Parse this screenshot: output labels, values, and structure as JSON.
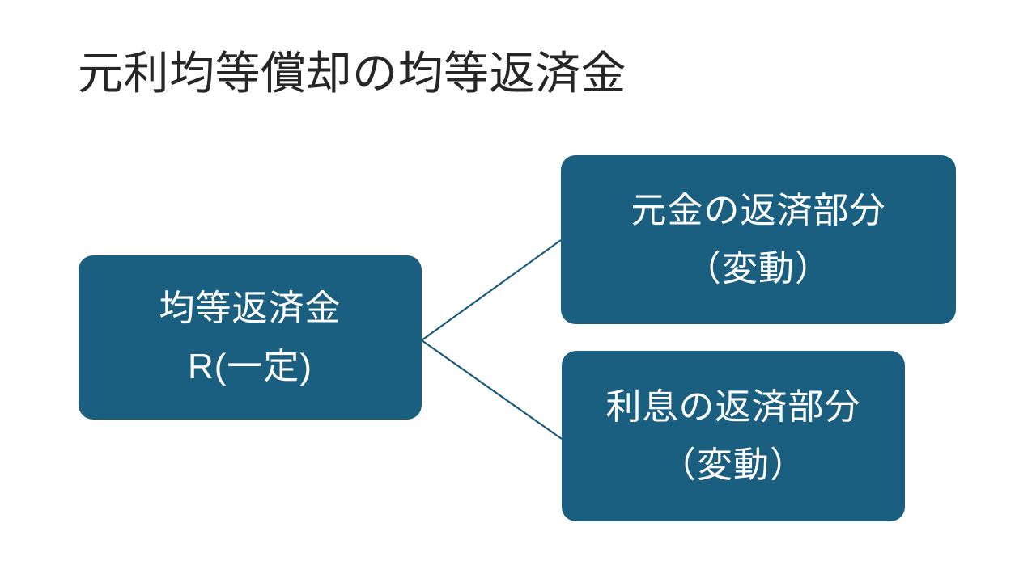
{
  "slide": {
    "title": "元利均等償却の均等返済金",
    "background_color": "#FFFFFF",
    "title_color": "#262626"
  },
  "theme": {
    "node_fill": "#1A5E80",
    "node_text_color": "#FFFFFF",
    "connector_color": "#1B5A78"
  },
  "diagram": {
    "type": "hierarchy",
    "root": {
      "line_1": "均等返済金",
      "line_2": "R(一定)"
    },
    "children": [
      {
        "id": "principal",
        "line_1": "元金の返済部分",
        "line_2": "（変動）"
      },
      {
        "id": "interest",
        "line_1": "利息の返済部分",
        "line_2": "（変動）"
      }
    ],
    "connectors": [
      {
        "from": "root",
        "to": "principal"
      },
      {
        "from": "root",
        "to": "interest"
      }
    ]
  }
}
